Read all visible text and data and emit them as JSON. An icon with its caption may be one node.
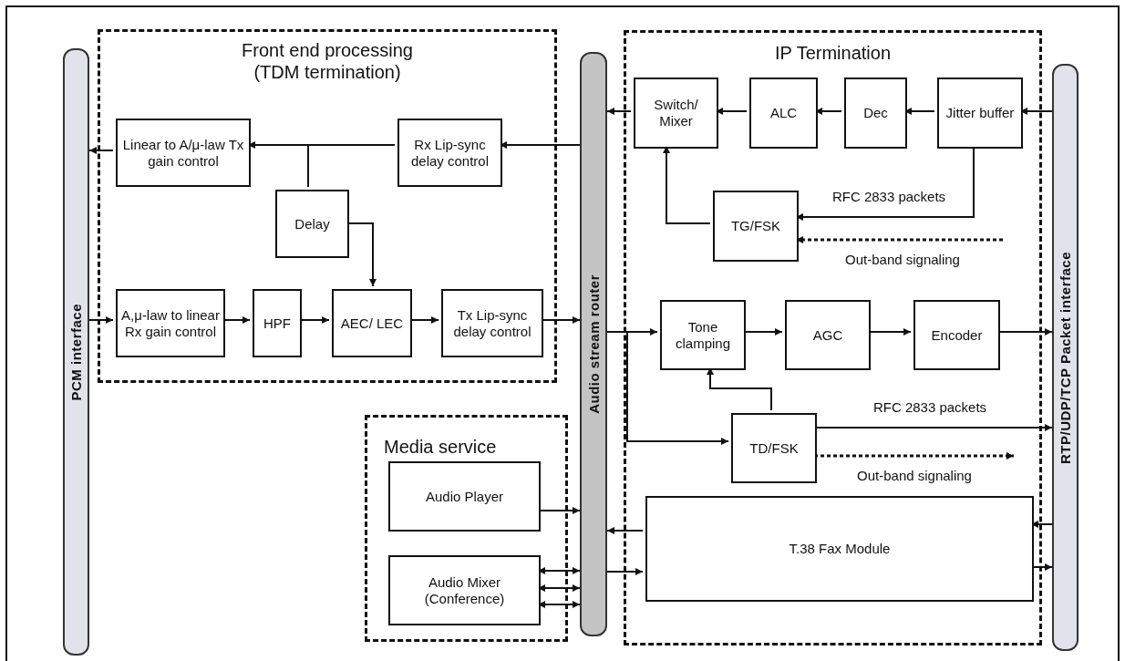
{
  "diagram": {
    "nodes": [
      {
        "text": [
          "PCM interface"
        ]
      },
      {
        "text": [
          "Front end processing (TDM termination)"
        ]
      },
      {
        "text": [
          "Linear to A/μ-law Tx gain control"
        ],
        "in": 1
      },
      {
        "text": [
          "Rx Lip-sync delay control"
        ],
        "in": 1
      },
      {
        "text": [
          "Delay"
        ],
        "in": 1
      },
      {
        "text": [
          "A,μ-law to linear Rx gain control"
        ],
        "in": 1
      },
      {
        "text": [
          "HPF"
        ],
        "in": 1
      },
      {
        "text": [
          "AEC/ LEC"
        ],
        "in": 1
      },
      {
        "text": [
          "Tx Lip-sync delay control"
        ],
        "in": 1
      },
      {
        "text": [
          "Audio stream router"
        ]
      },
      {
        "text": [
          "Media service"
        ]
      },
      {
        "text": [
          "Audio Player"
        ],
        "in": 10
      },
      {
        "text": [
          "Audio Mixer (Conference)"
        ],
        "in": 10
      },
      {
        "text": [
          "IP Termination"
        ]
      },
      {
        "text": [
          "Switch/ Mixer"
        ],
        "in": 13
      },
      {
        "text": [
          "ALC"
        ],
        "in": 13
      },
      {
        "text": [
          "Dec"
        ],
        "in": 13
      },
      {
        "text": [
          "Jitter buffer"
        ],
        "in": 13
      },
      {
        "text": [
          "TG/FSK"
        ],
        "in": 13
      },
      {
        "text": [
          "Tone clamping"
        ],
        "in": 13
      },
      {
        "text": [
          "AGC"
        ],
        "in": 13
      },
      {
        "text": [
          "Encoder"
        ],
        "in": 13
      },
      {
        "text": [
          "TD/FSK"
        ],
        "in": 13
      },
      {
        "text": [
          "T.38 Fax Module"
        ],
        "in": 13
      },
      {
        "text": [
          "RTP/UDP/TCP Packet interface"
        ]
      }
    ],
    "edges": [
      {
        "from": 9,
        "to": 3,
        "arrow": "to"
      },
      {
        "from": 3,
        "to": 2,
        "arrow": "to"
      },
      {
        "from": 3,
        "to": 4,
        "arrow": "none"
      },
      {
        "from": 4,
        "to": 7,
        "arrow": "to"
      },
      {
        "from": 2,
        "to": 0,
        "arrow": "to"
      },
      {
        "from": 0,
        "to": 5,
        "arrow": "to"
      },
      {
        "from": 5,
        "to": 6,
        "arrow": "to"
      },
      {
        "from": 6,
        "to": 7,
        "arrow": "to"
      },
      {
        "from": 7,
        "to": 8,
        "arrow": "to"
      },
      {
        "from": 8,
        "to": 9,
        "arrow": "to"
      },
      {
        "from": 24,
        "to": 17,
        "arrow": "to"
      },
      {
        "from": 17,
        "to": 16,
        "arrow": "to"
      },
      {
        "from": 16,
        "to": 15,
        "arrow": "to"
      },
      {
        "from": 15,
        "to": 14,
        "arrow": "to"
      },
      {
        "from": 14,
        "to": 9,
        "arrow": "to"
      },
      {
        "from": 17,
        "to": 18,
        "arrow": "to",
        "label": "RFC 2833 packets"
      },
      {
        "from": null,
        "to": 18,
        "arrow": "to",
        "label": "Out-band signaling",
        "style": "dashed"
      },
      {
        "from": 18,
        "to": 14,
        "arrow": "to"
      },
      {
        "from": 9,
        "to": 19,
        "arrow": "to"
      },
      {
        "from": 9,
        "to": 22,
        "arrow": "to"
      },
      {
        "from": 19,
        "to": 20,
        "arrow": "to"
      },
      {
        "from": 20,
        "to": 21,
        "arrow": "to"
      },
      {
        "from": 21,
        "to": 24,
        "arrow": "to"
      },
      {
        "from": 22,
        "to": 19,
        "arrow": "to"
      },
      {
        "from": 22,
        "to": 24,
        "arrow": "to",
        "label": "RFC 2833 packets"
      },
      {
        "from": 22,
        "to": null,
        "arrow": "to",
        "label": "Out-band signaling",
        "style": "dashed"
      },
      {
        "from": 11,
        "to": 9,
        "arrow": "to"
      },
      {
        "from": 12,
        "to": 9,
        "arrow": "both"
      },
      {
        "from": 12,
        "to": 9,
        "arrow": "both"
      },
      {
        "from": 12,
        "to": 9,
        "arrow": "both"
      },
      {
        "from": 23,
        "to": 9,
        "arrow": "to"
      },
      {
        "from": 9,
        "to": 23,
        "arrow": "to"
      },
      {
        "from": 24,
        "to": 23,
        "arrow": "to"
      },
      {
        "from": 23,
        "to": 24,
        "arrow": "to"
      }
    ]
  }
}
